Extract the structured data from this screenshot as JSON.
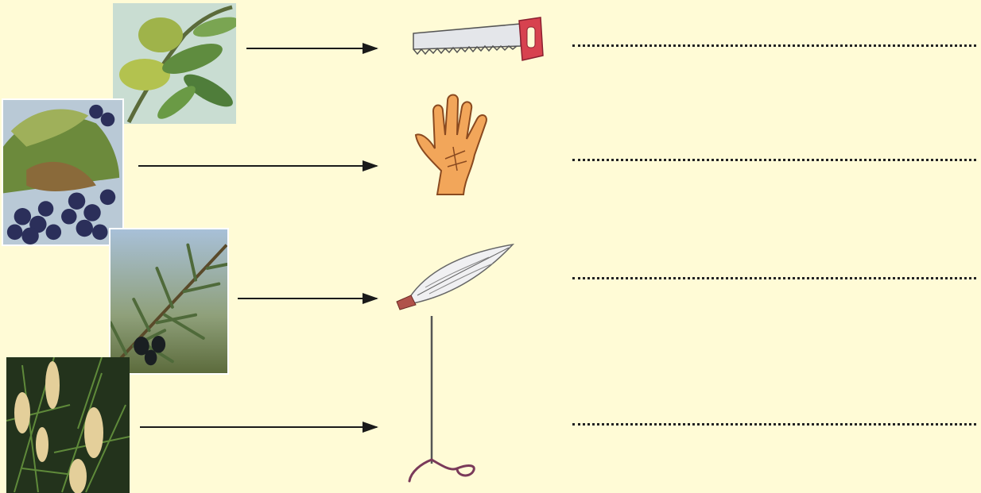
{
  "rows": [
    {
      "plant_icon": "chestnut-branch-photo",
      "tool_icon": "saw-icon",
      "answer": ""
    },
    {
      "plant_icon": "grapevine-photo",
      "tool_icon": "hand-icon",
      "answer": ""
    },
    {
      "plant_icon": "olive-branch-photo",
      "tool_icon": "feather-quill-icon",
      "answer": ""
    },
    {
      "plant_icon": "pine-branch-photo",
      "tool_icon": "needle-pin-icon",
      "answer": ""
    }
  ],
  "colors": {
    "background": "#fffbd6",
    "arrow": "#1a1a1a",
    "answer_dots": "#222222"
  }
}
